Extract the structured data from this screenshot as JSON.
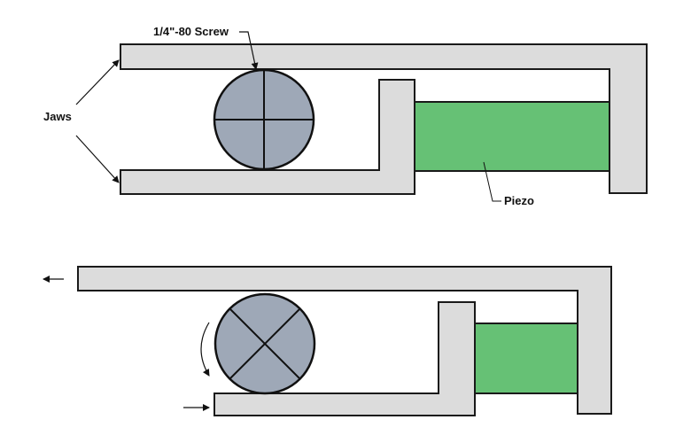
{
  "labels": {
    "screw": "1/4\"-80 Screw",
    "jaws": "Jaws",
    "piezo": "Piezo"
  },
  "colors": {
    "jaw_fill": "#dcdcdc",
    "piezo_fill": "#66c175",
    "screw_fill": "#9ea8b7",
    "outline": "#1a1a1a"
  }
}
